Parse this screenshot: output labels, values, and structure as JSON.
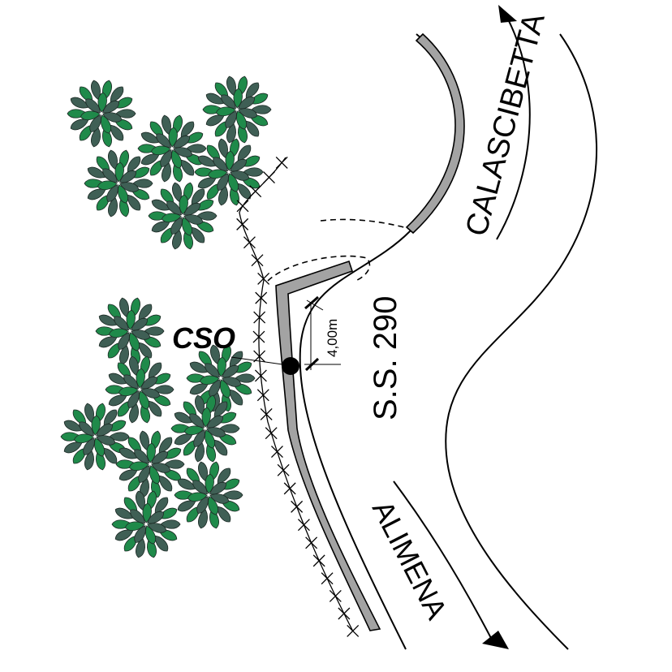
{
  "labels": {
    "site": "CSO",
    "road": "S.S. 290",
    "north_direction": "CALASCIBETTA",
    "south_direction": "ALIMENA",
    "distance": "4,00m"
  },
  "colors": {
    "background": "#ffffff",
    "tree_leaf_dark": "#3f5f55",
    "tree_leaf_light": "#1f8a4a",
    "wall_fill": "#a3a3a3",
    "ink": "#000000"
  },
  "icons": {
    "tree": "tree-icon",
    "arrow": "arrow-head-icon",
    "site_marker": "site-dot-icon"
  }
}
